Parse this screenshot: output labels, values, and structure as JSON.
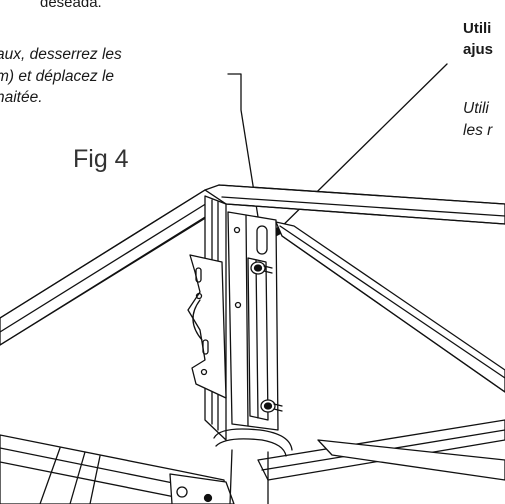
{
  "text": {
    "top_line": "deseada.",
    "left_block": [
      "aux, desserrez les",
      "m) et déplacez le",
      "haitée."
    ],
    "fig_label": "Fig 4",
    "right_bold": [
      "Utili",
      "ajus"
    ],
    "right_italic": [
      "Utili",
      "les r"
    ]
  }
}
